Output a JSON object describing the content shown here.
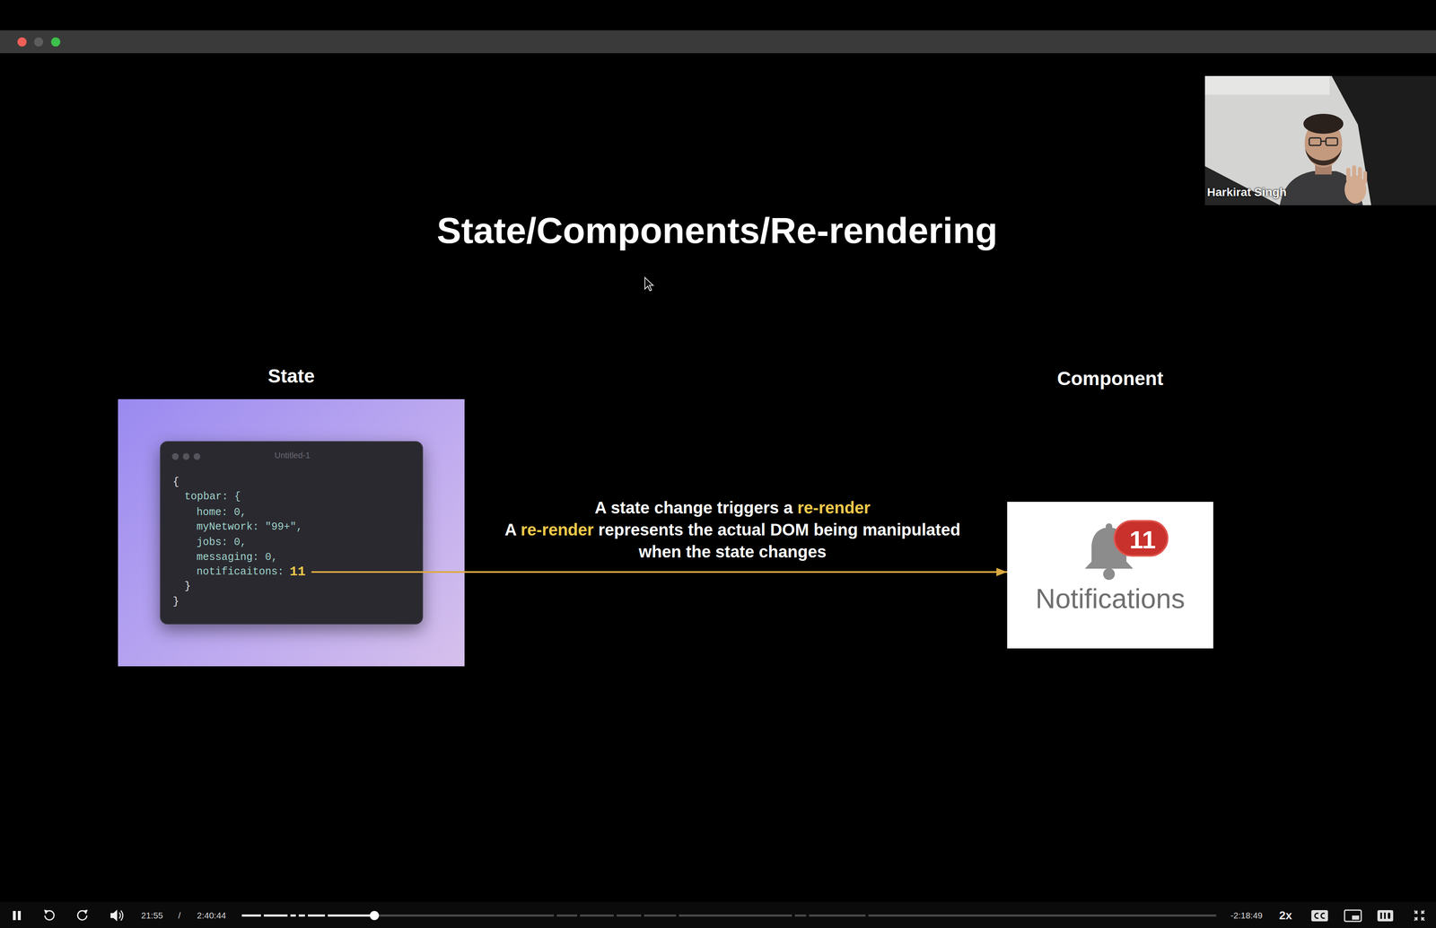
{
  "diagram": {
    "title": "State/Components/Re-rendering",
    "nodes": [
      {
        "text": [
          "State"
        ]
      },
      {
        "text": [
          "Untitled-1",
          "{",
          "topbar: {",
          "home: 0,",
          "myNetwork: \"99+\",",
          "jobs: 0,",
          "messaging: 0,",
          "notificaitons:",
          "11",
          "}",
          "}"
        ],
        "in": 0
      },
      {
        "text": [
          "Component",
          "Notifications"
        ]
      },
      {
        "text": [
          "11"
        ],
        "in": 2
      }
    ],
    "edges": [
      {
        "from": 1,
        "to": 2,
        "arrow": "to",
        "label": "A state change triggers a re-render A re-render represents the actual DOM being manipulated when the state changes"
      }
    ],
    "labels": [
      "Harkirat Singh",
      "21:55",
      "/",
      "2:40:44",
      "-2:18:49",
      "2x"
    ]
  }
}
